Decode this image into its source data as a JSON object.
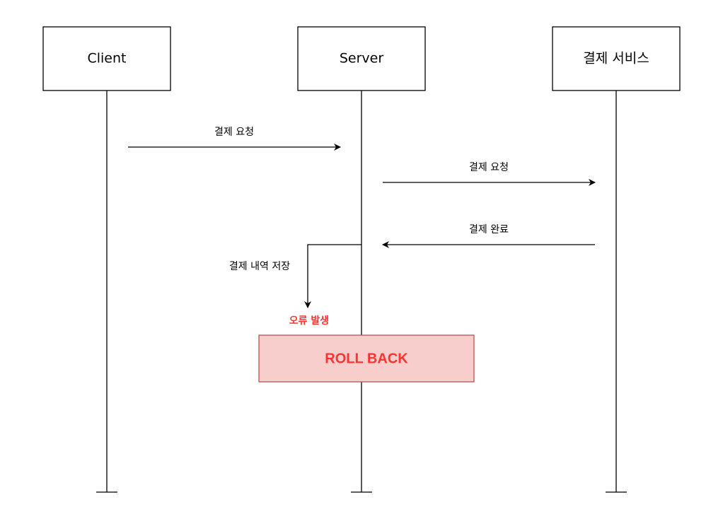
{
  "participants": [
    {
      "name": "Client"
    },
    {
      "name": "Server"
    },
    {
      "name": "결제 서비스"
    }
  ],
  "messages": [
    {
      "label": "결제 요청",
      "from": "Client",
      "to": "Server"
    },
    {
      "label": "결제 요청",
      "from": "Server",
      "to": "결제 서비스"
    },
    {
      "label": "결제 완료",
      "from": "결제 서비스",
      "to": "Server"
    },
    {
      "label": "결제 내역 저장",
      "from": "Server",
      "to": "Server"
    }
  ],
  "error": {
    "label": "오류 발생"
  },
  "rollback": {
    "label": "ROLL BACK"
  },
  "colors": {
    "error_text": "#ff3333",
    "rollback_fill": "#f8cecc",
    "rollback_stroke": "#b85450"
  }
}
